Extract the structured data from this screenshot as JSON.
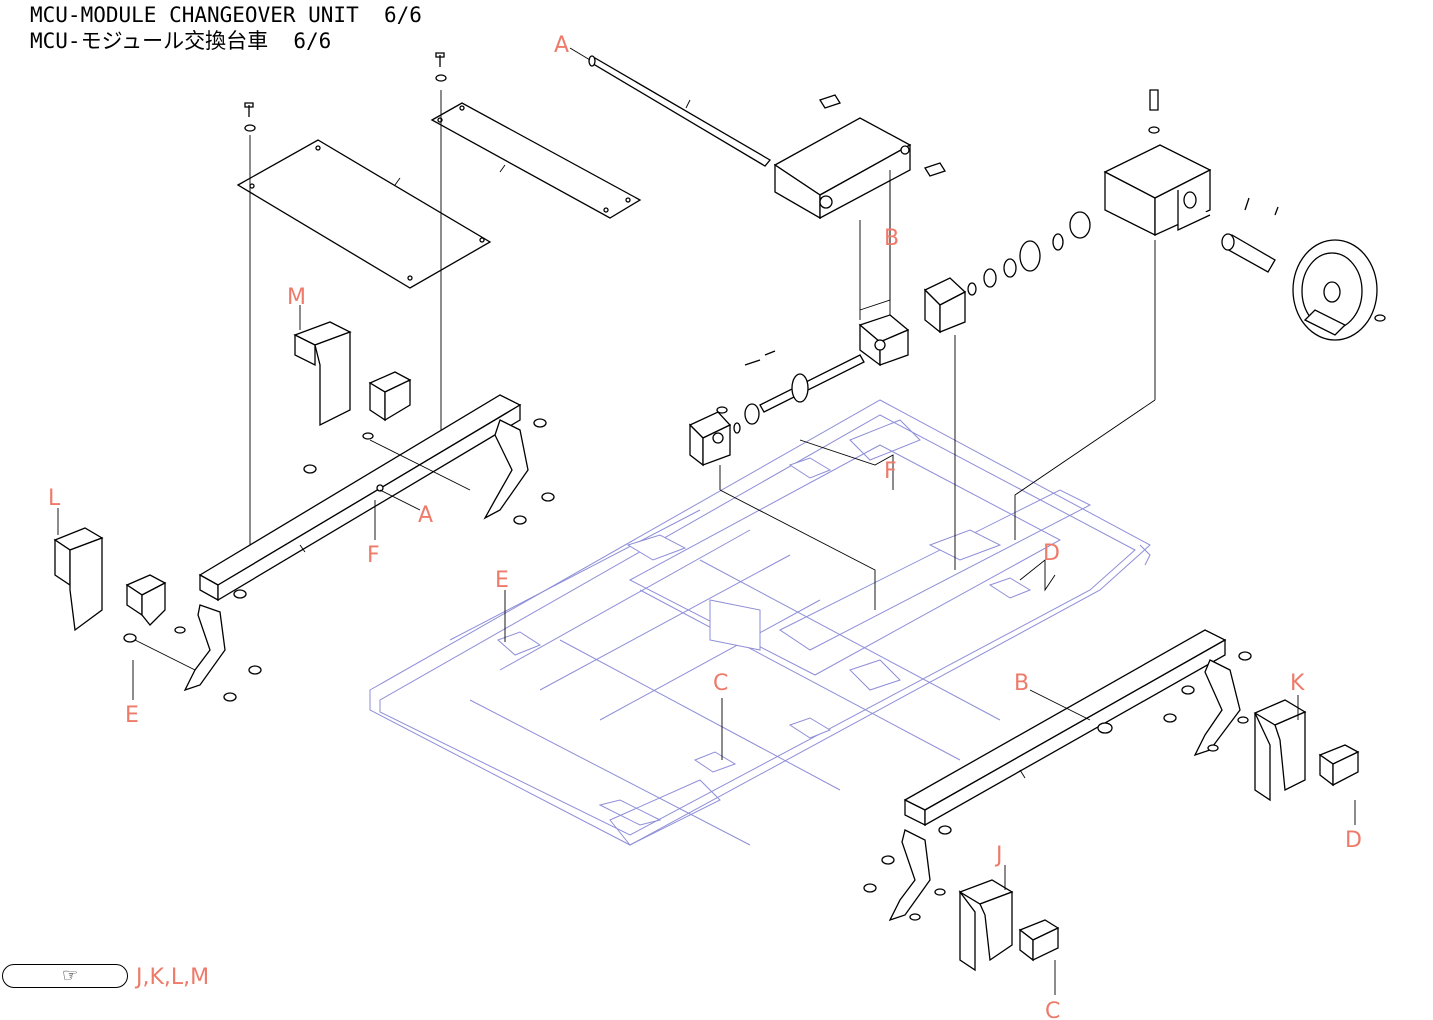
{
  "title": {
    "line1": "MCU-MODULE CHANGEOVER UNIT  6/6",
    "line2": "MCU-モジュール交換台車  6/6"
  },
  "callouts": {
    "a": "A",
    "b": "B",
    "c": "C",
    "d": "D",
    "e": "E",
    "f": "F",
    "j": "J",
    "k": "K",
    "l": "L",
    "m": "M"
  },
  "reference": {
    "icon": "pointing-hand-icon",
    "labels": "J,K,L,M"
  },
  "colors": {
    "callout": "#ee7a6a",
    "frame": "#8e8ed8",
    "ink": "#000000"
  }
}
